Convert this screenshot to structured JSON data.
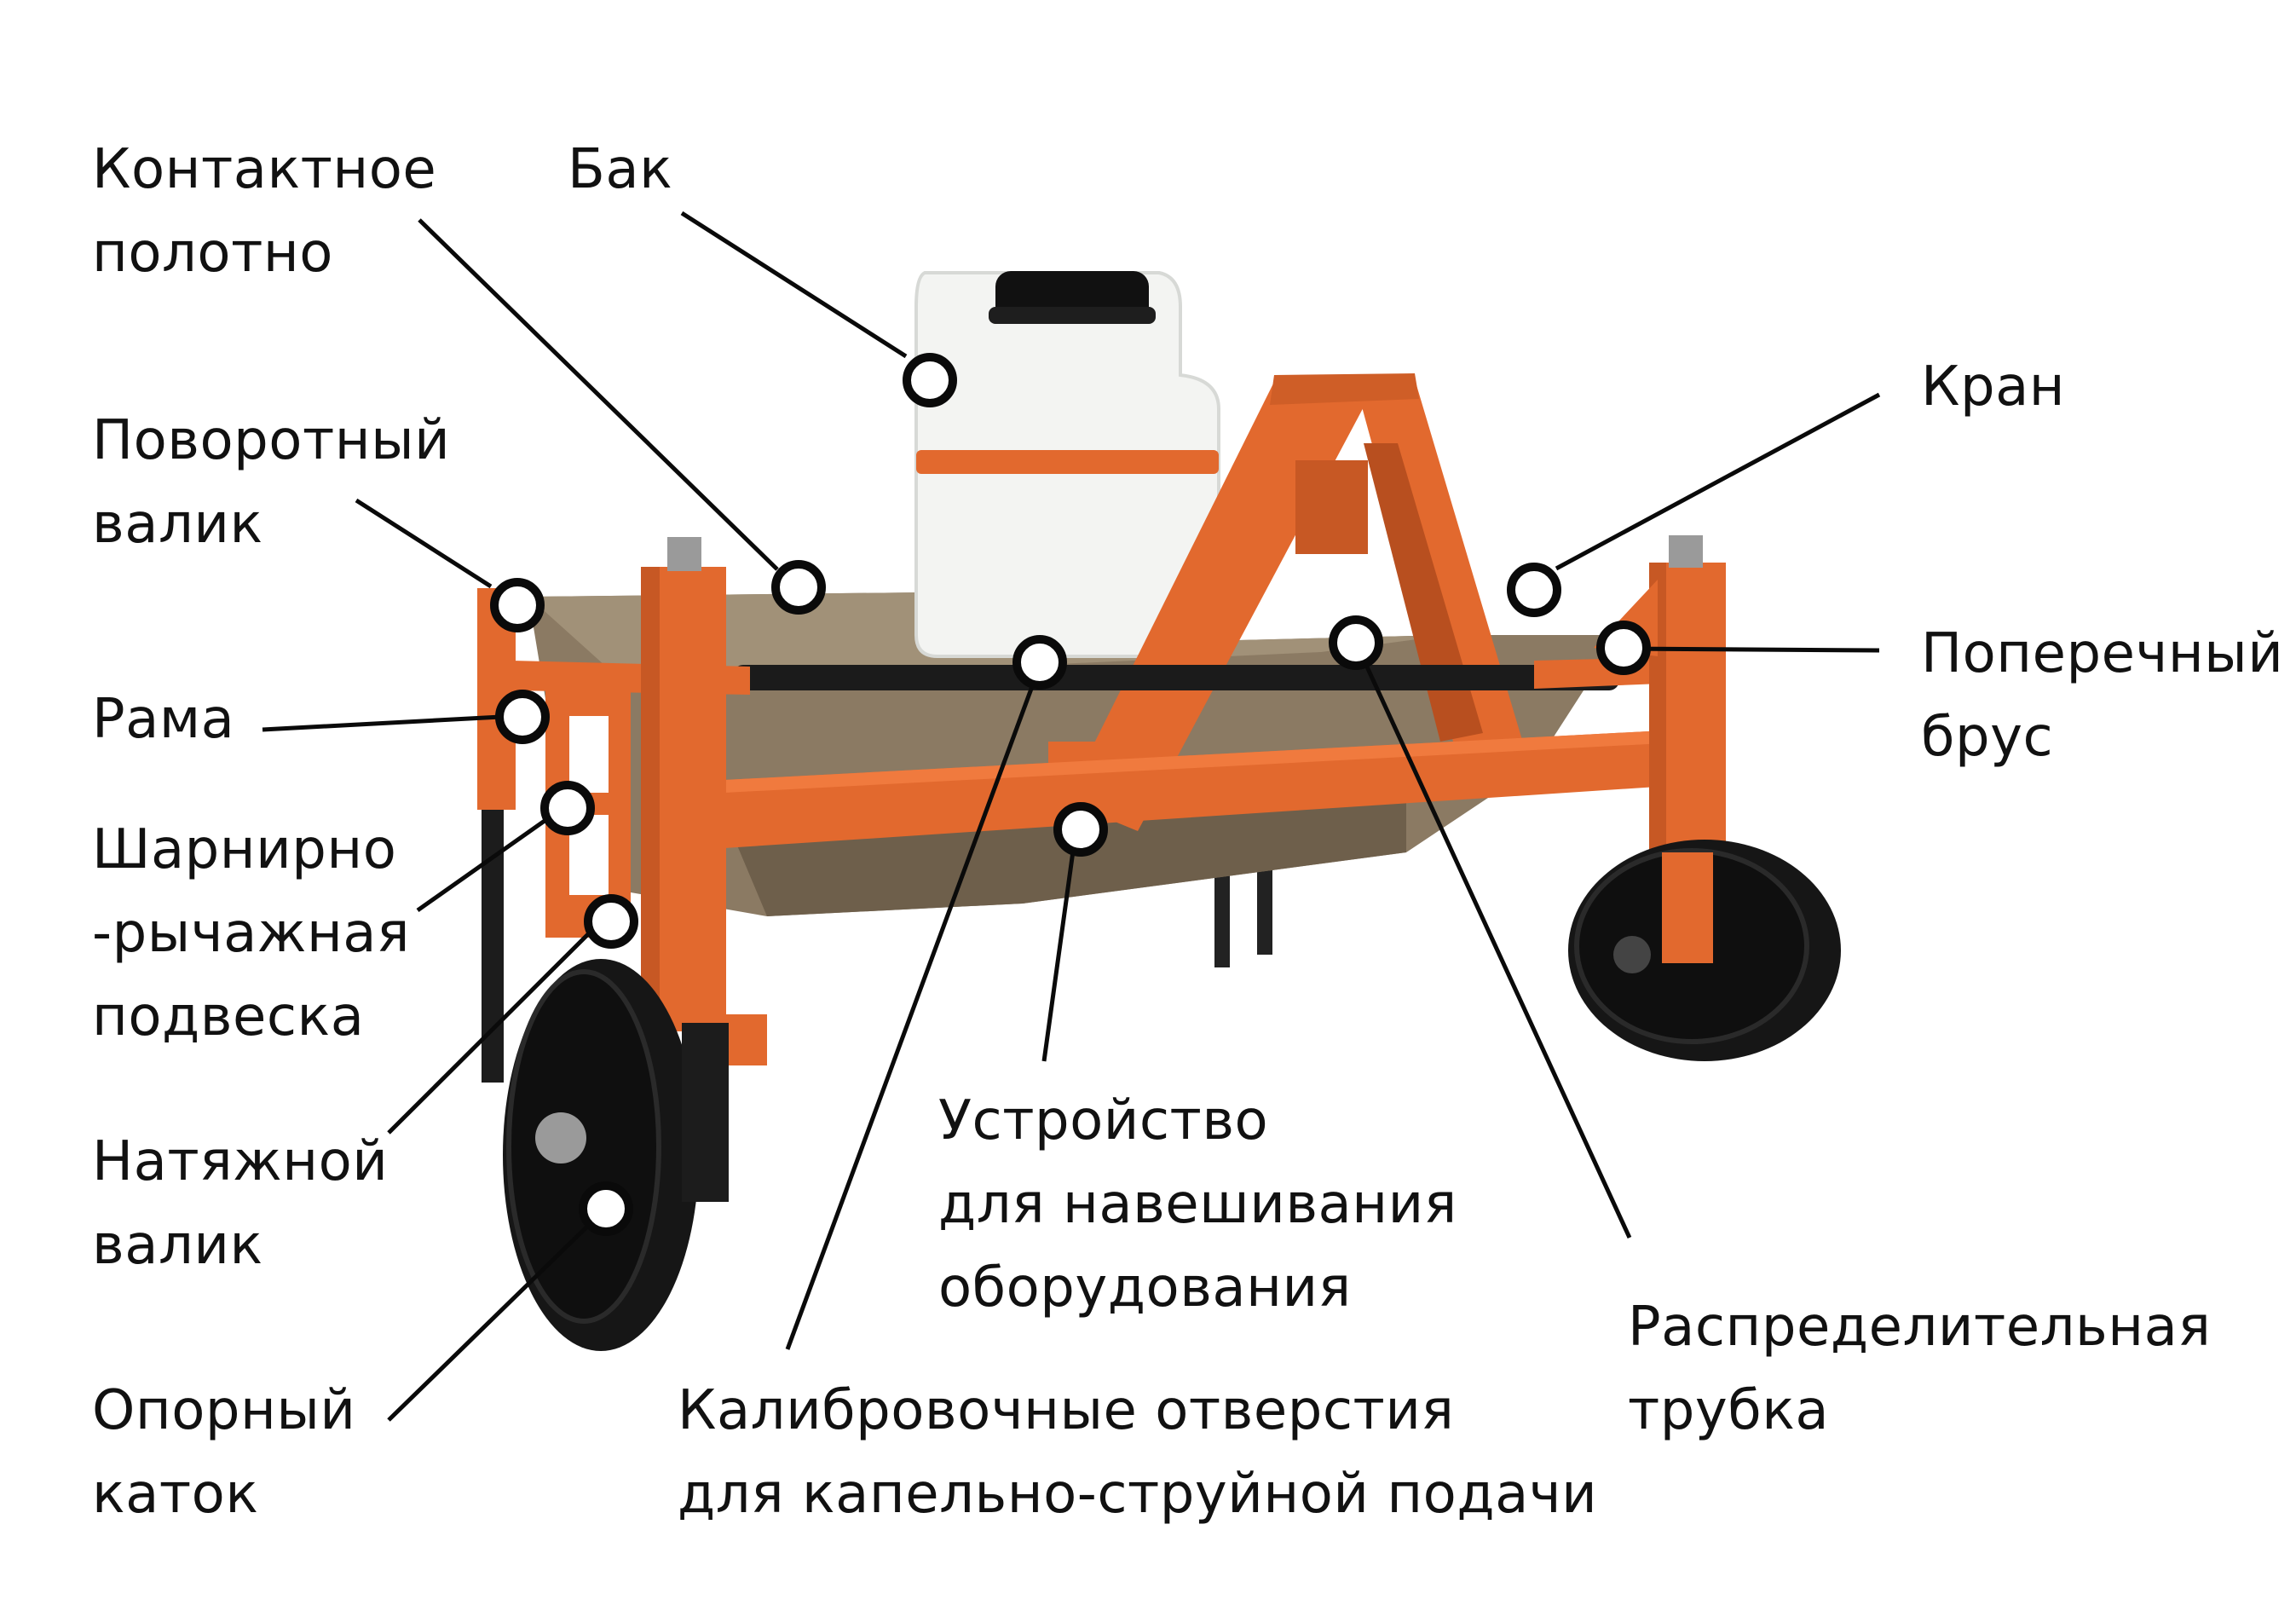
{
  "callouts": {
    "contact_cloth": "Контактное\nполотно",
    "tank": "Бак",
    "turning_roller": "Поворотный\nвалик",
    "frame": "Рама",
    "hinge_lever_suspension": "Шарнирно\n-рычажная\nподвеска",
    "tension_roller": "Натяжной\nвалик",
    "support_wheel": "Опорный\nкаток",
    "valve": "Кран",
    "cross_beam": "Поперечный\nбрус",
    "hitch_device": "Устройство\nдля навешивания\nоборудования",
    "distribution_tube": "Распределительная\nтрубка",
    "calibration_holes": "Калибровочные отверстия\nдля капельно-струйной подачи"
  },
  "colors": {
    "frame_orange": "#e2692e",
    "frame_dark": "#b84f1f",
    "tank_white": "#f3f4f2",
    "cloth_tan": "#8b7a63",
    "wheel_black": "#161616",
    "leader_line": "#0a0a0a",
    "marker_fill": "#ffffff"
  }
}
